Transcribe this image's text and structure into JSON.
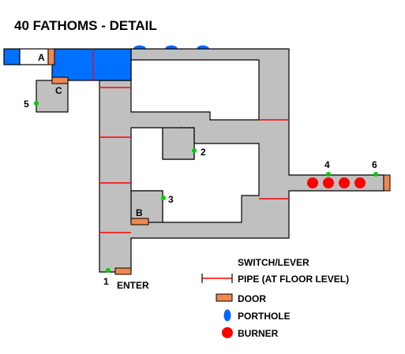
{
  "title": "40 FATHOMS - DETAIL",
  "colors": {
    "floor": "#c0c0c0",
    "water": "#0070ff",
    "door": "#f08850",
    "pipe": "#ff0000",
    "switch": "#00cc00",
    "burner": "#ff0000",
    "porthole": "#0066ff"
  },
  "labels": {
    "door_a": "A",
    "door_b": "B",
    "door_c": "C",
    "switch_1": "1",
    "switch_2": "2",
    "switch_3": "3",
    "switch_4": "4",
    "switch_5": "5",
    "switch_6": "6",
    "enter": "ENTER"
  },
  "legend": {
    "switch": "SWITCH/LEVER",
    "pipe": "PIPE (AT FLOOR LEVEL)",
    "door": "DOOR",
    "porthole": "PORTHOLE",
    "burner": "BURNER"
  }
}
